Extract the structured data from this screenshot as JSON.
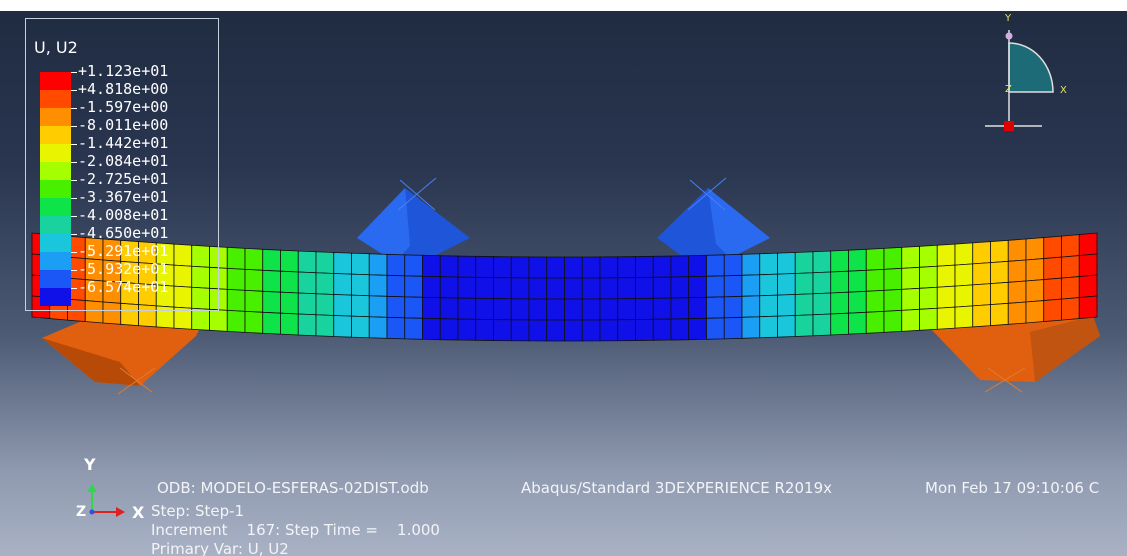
{
  "legend": {
    "title": "U, U2",
    "labels": [
      "+1.123e+01",
      "+4.818e+00",
      "-1.597e+00",
      "-8.011e+00",
      "-1.442e+01",
      "-2.084e+01",
      "-2.725e+01",
      "-3.367e+01",
      "-4.008e+01",
      "-4.650e+01",
      "-5.291e+01",
      "-5.932e+01",
      "-6.574e+01"
    ],
    "colors": [
      "#ff0000",
      "#ff4a00",
      "#ff8f00",
      "#ffcc00",
      "#e9f500",
      "#a6ff00",
      "#48f000",
      "#0fe34a",
      "#18d39e",
      "#19c6dc",
      "#1a9ff5",
      "#1b56f7",
      "#1010e8"
    ]
  },
  "triad": {
    "y_label": "Y",
    "x_label": "X",
    "z_label": "Z"
  },
  "info": {
    "odb": "ODB: MODELO-ESFERAS-02DIST.odb",
    "solver": "Abaqus/Standard 3DEXPERIENCE R2019x",
    "datetime": "Mon Feb 17 09:10:06 C",
    "step": "Step: Step-1",
    "increment": "Increment    167: Step Time =    1.000",
    "primary_var": "Primary Var: U, U2"
  },
  "bottom_triad": {
    "y_label": "Y",
    "x_label": "X",
    "z_label": "Z"
  },
  "colors": {
    "support": "#e06010",
    "loader": "#2c5ee8",
    "background_top": "#1f2b40",
    "background_bottom": "#a9b2c5"
  }
}
